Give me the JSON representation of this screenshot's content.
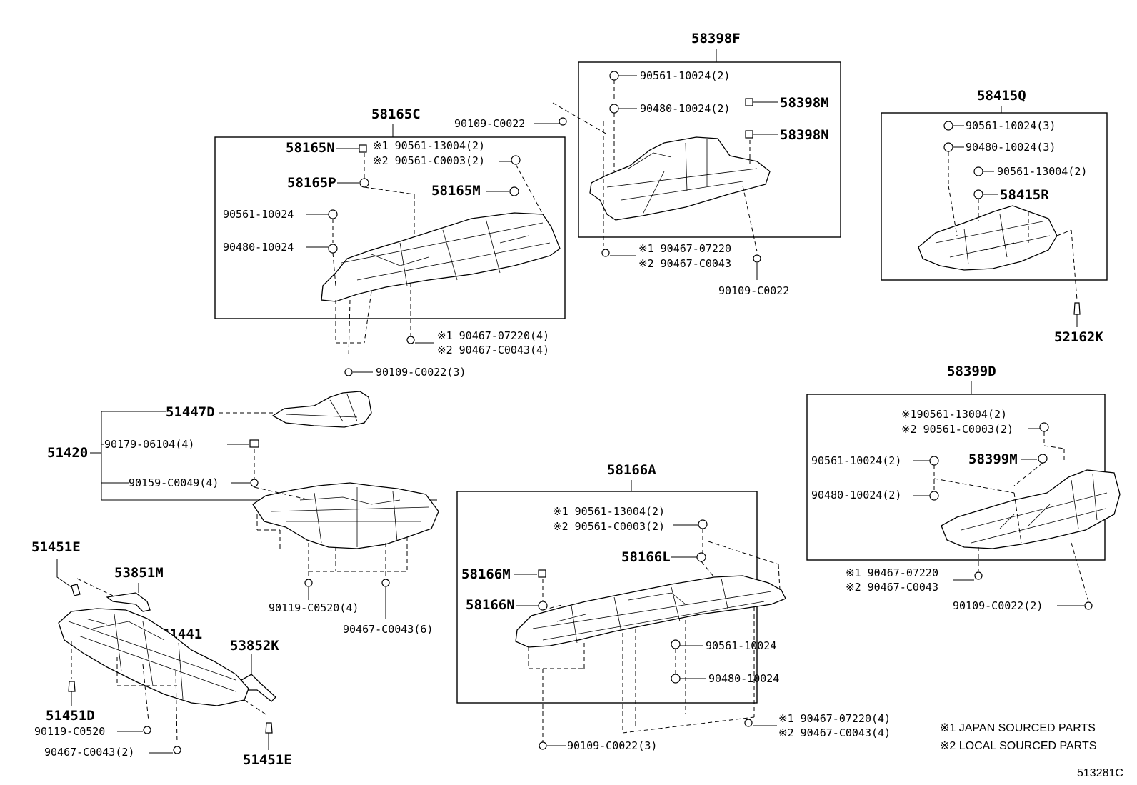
{
  "diagram_id": "513281C",
  "notes": {
    "japan": "※1 JAPAN SOURCED PARTS",
    "local": "※2 LOCAL SOURCED PARTS"
  },
  "group_58398F": {
    "title": "58398F",
    "bolt_a": "90561-10024(2)",
    "bolt_b": "90480-10024(2)",
    "clip_m": "58398M",
    "clip_n": "58398N",
    "screw_left": "90109-C0022",
    "fast_j": "※1 90467-07220",
    "fast_l": "※2 90467-C0043",
    "screw_bottom": "90109-C0022"
  },
  "group_58165C": {
    "title": "58165C",
    "clip_n": "58165N",
    "clip_p": "58165P",
    "clip_m": "58165M",
    "bolt_j": "※1 90561-13004(2)",
    "bolt_l": "※2 90561-C0003(2)",
    "bolt_a": "90561-10024",
    "bolt_b": "90480-10024",
    "fast_j": "※1 90467-07220(4)",
    "fast_l": "※2 90467-C0043(4)",
    "screw": "90109-C0022(3)"
  },
  "group_58415Q": {
    "title": "58415Q",
    "bolt_a": "90561-10024(3)",
    "bolt_b": "90480-10024(3)",
    "bolt_c": "90561-13004(2)",
    "clip_r": "58415R",
    "clip_k": "52162K"
  },
  "group_58399D": {
    "title": "58399D",
    "bolt_j": "※190561-13004(2)",
    "bolt_l": "※2 90561-C0003(2)",
    "bolt_a": "90561-10024(2)",
    "bolt_b": "90480-10024(2)",
    "clip_m": "58399M",
    "fast_j": "※1 90467-07220",
    "fast_l": "※2 90467-C0043",
    "screw": "90109-C0022(2)"
  },
  "group_51420": {
    "title": "51420",
    "cover": "51447D",
    "bolt_a": "90179-06104(4)",
    "bolt_b": "90159-C0049(4)",
    "bolt_c": "90119-C0520(4)",
    "fast": "90467-C0043(6)"
  },
  "group_51441": {
    "title": "51441",
    "clip_e_top": "51451E",
    "bracket_m": "53851M",
    "bracket_k": "53852K",
    "clip_d": "51451D",
    "bolt": "90119-C0520",
    "fast": "90467-C0043(2)",
    "clip_e_bottom": "51451E"
  },
  "group_58166A": {
    "title": "58166A",
    "bolt_j": "※1 90561-13004(2)",
    "bolt_l": "※2 90561-C0003(2)",
    "clip_l": "58166L",
    "clip_m": "58166M",
    "clip_n": "58166N",
    "bolt_a": "90561-10024",
    "bolt_b": "90480-10024",
    "fast_j": "※1 90467-07220(4)",
    "fast_l": "※2 90467-C0043(4)",
    "screw": "90109-C0022(3)"
  }
}
